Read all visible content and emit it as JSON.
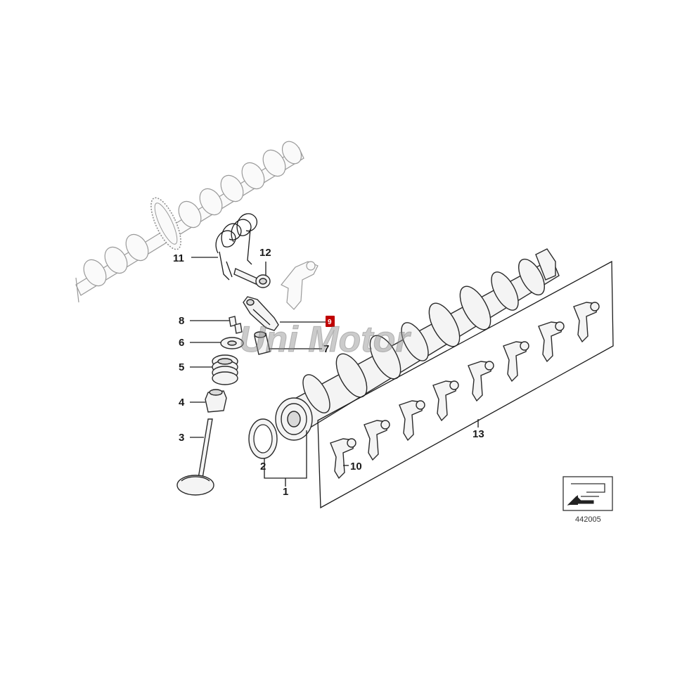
{
  "diagram": {
    "labels": {
      "l1": "1",
      "l2": "2",
      "l3": "3",
      "l4": "4",
      "l5": "5",
      "l6": "6",
      "l7": "7",
      "l8": "8",
      "l9": "9",
      "l10": "10",
      "l11": "11",
      "l12": "12",
      "l13": "13"
    },
    "highlighted_part": "9",
    "reference_number": "442005",
    "watermark": "Uni Motor"
  },
  "colors": {
    "highlight": "#c00000",
    "line": "#1a1a1a",
    "watermark": "#8c8c8c"
  },
  "icons": {
    "corner_icon": "arrow-symbol-icon"
  }
}
